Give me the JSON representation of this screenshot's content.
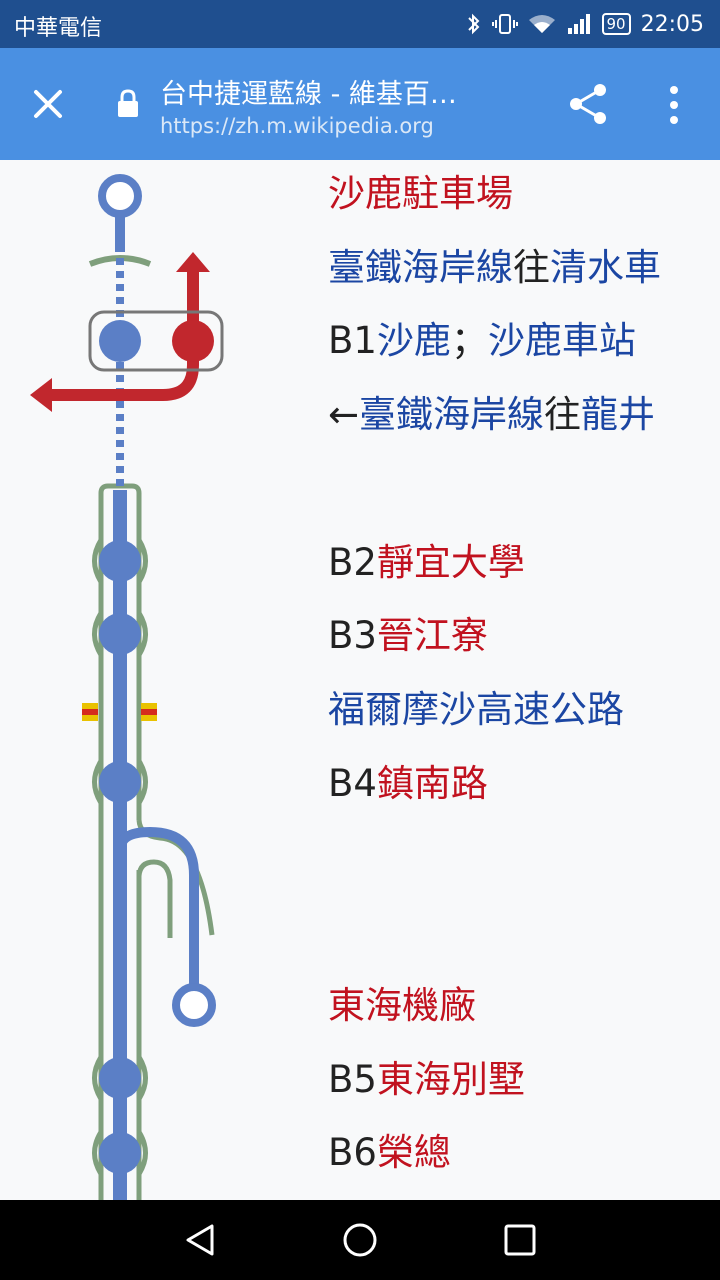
{
  "status_bar": {
    "carrier": "中華電信",
    "battery": "90",
    "time": "22:05"
  },
  "browser": {
    "title": "台中捷運藍線 - 維基百…",
    "url": "https://zh.m.wikipedia.org"
  },
  "colors": {
    "line_blue": "#5b7fc6",
    "railway_red": "#c1272d",
    "tunnel_green": "#7f9f7c",
    "text_red": "#c1121f",
    "text_blue": "#1b46a3",
    "app_bar": "#4a90e2",
    "status_bar": "#1f4f8f"
  },
  "route": {
    "rows": [
      {
        "parts": [
          {
            "text": "沙鹿駐車場",
            "color": "red"
          }
        ]
      },
      {
        "parts": [
          {
            "text": "臺鐵海岸線",
            "color": "blue"
          },
          {
            "text": "往",
            "color": "dark"
          },
          {
            "text": "清水車",
            "color": "blue"
          }
        ]
      },
      {
        "parts": [
          {
            "text": "B1",
            "color": "dark"
          },
          {
            "text": "沙鹿",
            "color": "blue"
          },
          {
            "text": "；",
            "color": "dark"
          },
          {
            "text": "沙鹿車站",
            "color": "blue"
          }
        ]
      },
      {
        "parts": [
          {
            "text": "←",
            "color": "dark"
          },
          {
            "text": "臺鐵海岸線",
            "color": "blue"
          },
          {
            "text": "往",
            "color": "dark"
          },
          {
            "text": "龍井",
            "color": "blue"
          }
        ]
      },
      {
        "parts": [
          {
            "text": "B2",
            "color": "dark"
          },
          {
            "text": "靜宜大學",
            "color": "red"
          }
        ]
      },
      {
        "parts": [
          {
            "text": "B3",
            "color": "dark"
          },
          {
            "text": "晉江寮",
            "color": "red"
          }
        ]
      },
      {
        "parts": [
          {
            "text": "福爾摩沙高速公路",
            "color": "blue"
          }
        ]
      },
      {
        "parts": [
          {
            "text": "B4",
            "color": "dark"
          },
          {
            "text": "鎮南路",
            "color": "red"
          }
        ]
      },
      {
        "parts": [
          {
            "text": "東海機廠",
            "color": "red"
          }
        ]
      },
      {
        "parts": [
          {
            "text": "B5",
            "color": "dark"
          },
          {
            "text": "東海別墅",
            "color": "red"
          }
        ]
      },
      {
        "parts": [
          {
            "text": "B6",
            "color": "dark"
          },
          {
            "text": "榮總",
            "color": "red"
          }
        ]
      }
    ]
  },
  "icons": {
    "close": "close-icon",
    "lock": "lock-icon",
    "share": "share-icon",
    "menu": "more-vert-icon",
    "bluetooth": "bluetooth-icon",
    "vibrate": "vibrate-icon",
    "wifi": "wifi-icon",
    "signal": "signal-icon",
    "nav_back": "back-triangle-icon",
    "nav_home": "home-circle-icon",
    "nav_recent": "recent-square-icon"
  }
}
